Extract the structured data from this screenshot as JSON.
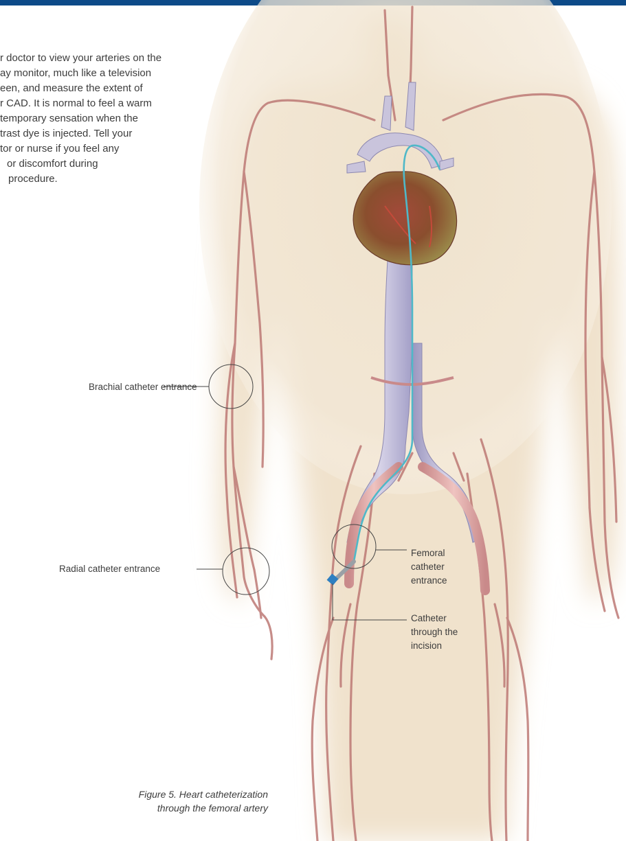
{
  "intro": {
    "lines": [
      "r doctor to view your arteries on the",
      "ay monitor, much like a television",
      "een, and measure the extent of",
      "r CAD. It is normal to feel a warm",
      "temporary sensation when the",
      "trast dye is injected. Tell your",
      "tor or nurse if you feel any",
      "or discomfort during",
      "procedure."
    ]
  },
  "labels": {
    "brachial": "Brachial catheter entrance",
    "radial": "Radial catheter entrance",
    "femoral": "Femoral catheter entrance",
    "catheter": "Catheter through the incision"
  },
  "caption": {
    "line1": "Figure 5. Heart catheterization",
    "line2": "through the femoral artery"
  },
  "colors": {
    "header_band": "#0d4a88",
    "body_tone": "#f2e6d3",
    "vein": "#b86f6c",
    "aorta": "#c9c4dc",
    "catheter": "#4fb8c8"
  }
}
